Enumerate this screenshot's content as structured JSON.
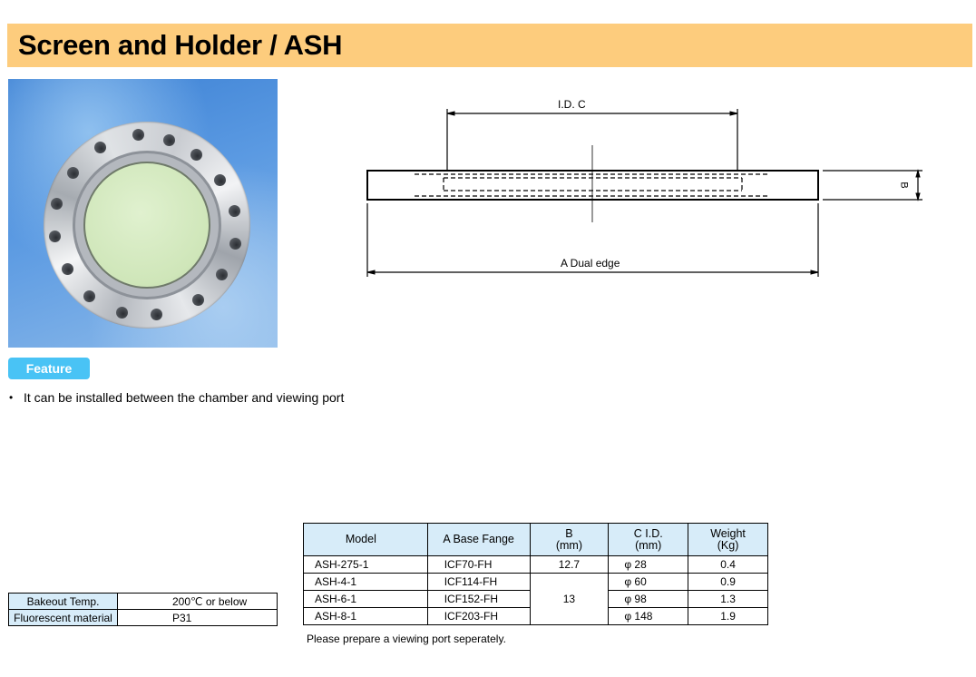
{
  "header": {
    "title": "Screen and Holder / ASH"
  },
  "photo": {
    "alt": "Screen and holder flange photo",
    "screen_color": "#d6ecc2",
    "background_color": "#4a8bdc"
  },
  "drawing": {
    "label_id": "I.D. C",
    "label_a": "A Dual edge",
    "label_b": "B"
  },
  "feature": {
    "badge": "Feature",
    "items": [
      "It can be installed between the chamber and viewing port"
    ]
  },
  "specs": {
    "rows": [
      {
        "label": "Bakeout Temp.",
        "value": "200℃ or below"
      },
      {
        "label": "Fluorescent material",
        "value": "P31"
      }
    ]
  },
  "model_table": {
    "headers": {
      "model": "Model",
      "flange": "A Base Fange",
      "b_line1": "B",
      "b_line2": "(mm)",
      "cid_line1": "C I.D.",
      "cid_line2": "(mm)",
      "weight_line1": "Weight",
      "weight_line2": "(Kg)"
    },
    "rows": [
      {
        "model": "ASH-275-1",
        "flange": "ICF70-FH",
        "b": "12.7",
        "cid": "φ 28",
        "weight": "0.4"
      },
      {
        "model": "ASH-4-1",
        "flange": "ICF114-FH",
        "b": "13",
        "cid": "φ 60",
        "weight": "0.9"
      },
      {
        "model": "ASH-6-1",
        "flange": "ICF152-FH",
        "b": "13",
        "cid": "φ 98",
        "weight": "1.3"
      },
      {
        "model": "ASH-8-1",
        "flange": "ICF203-FH",
        "b": "13",
        "cid": "φ 148",
        "weight": "1.9"
      }
    ],
    "note": "Please prepare a viewing port seperately."
  },
  "colors": {
    "title_bar": "#fdcc7d",
    "badge": "#49c3f5",
    "table_header": "#d7ecf9"
  }
}
